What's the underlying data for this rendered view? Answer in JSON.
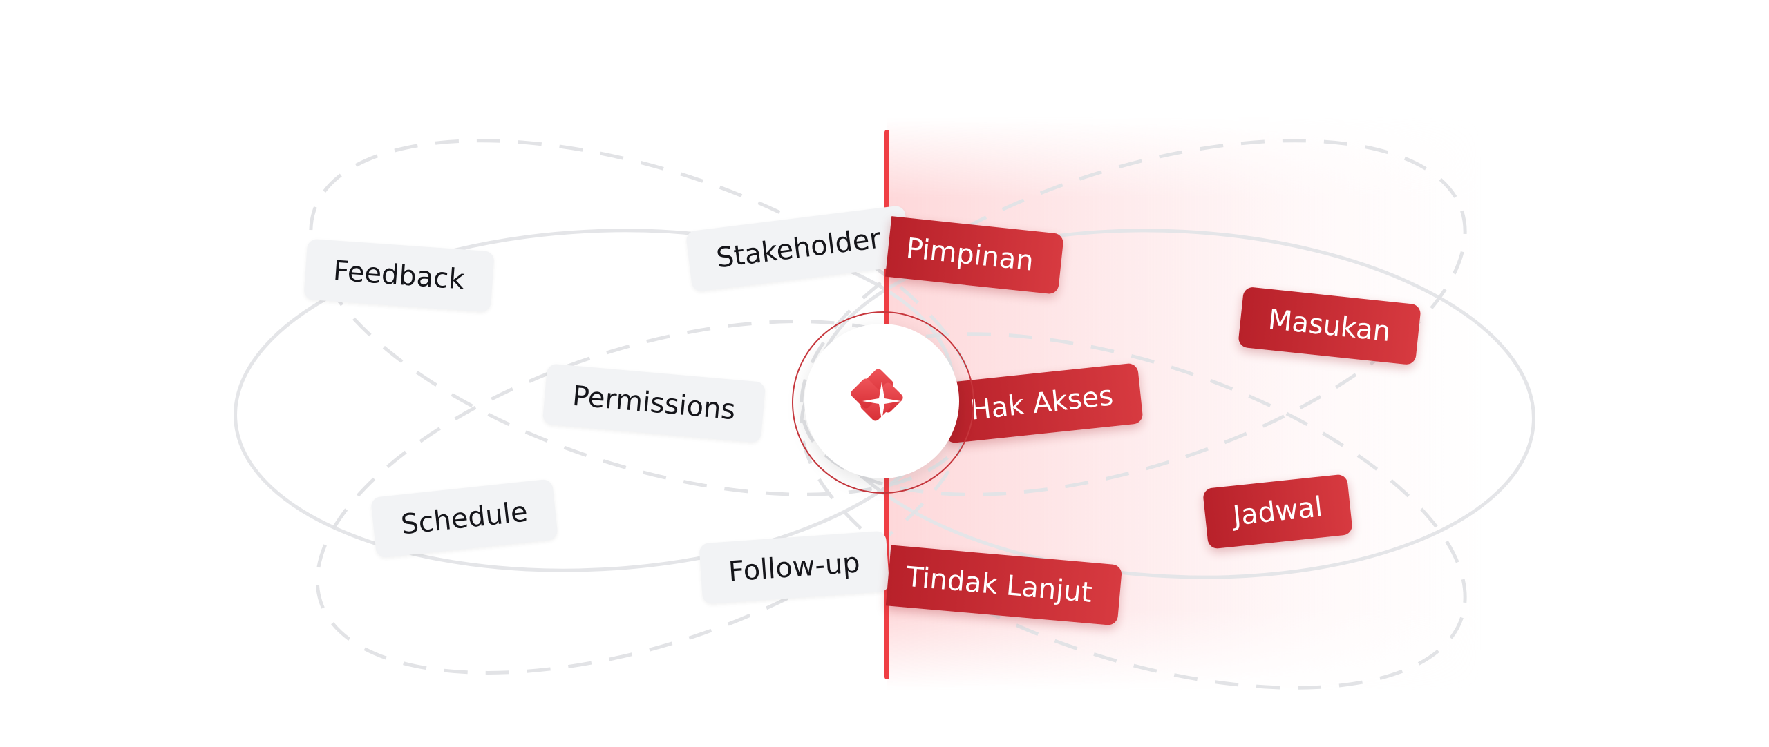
{
  "diagram": {
    "english_terms": [
      "Feedback",
      "Stakeholder",
      "Permissions",
      "Schedule",
      "Follow-up"
    ],
    "indonesian_terms": [
      "Pimpinan",
      "Masukan",
      "Hak Akses",
      "Jadwal",
      "Tindak Lanjut"
    ],
    "center_icon": "translation-spark-icon",
    "colors": {
      "accent_red": "#ef3e44",
      "tag_red_dark": "#b8212a",
      "tag_red_light": "#d73a40",
      "tag_grey": "#f2f3f5",
      "orbit_grey": "#e6e7ea"
    }
  }
}
